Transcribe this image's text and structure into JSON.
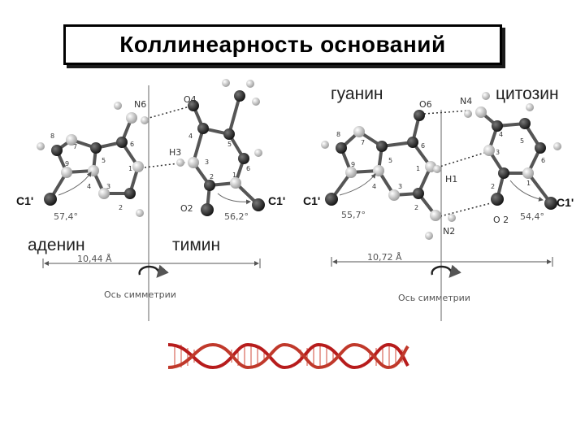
{
  "title": "Коллинеарность оснований",
  "labels": {
    "adenine": "аденин",
    "thymine": "тимин",
    "guanine": "гуанин",
    "cytosine": "цитозин"
  },
  "left_pair": {
    "atoms": {
      "n6": "N6",
      "o4": "O4",
      "h3": "H3",
      "o2": "O2",
      "c1_left": "C1'",
      "c1_right": "C1'"
    },
    "ring_numbers": [
      "8",
      "7",
      "9",
      "5",
      "6",
      "1",
      "4",
      "3",
      "2",
      "4",
      "5",
      "3",
      "6",
      "2",
      "1"
    ],
    "angle_left": "57,4°",
    "angle_right": "56,2°",
    "distance": "10,44 Å",
    "axis_caption": "Ось симметрии"
  },
  "right_pair": {
    "atoms": {
      "o6": "O6",
      "n4": "N4",
      "h1": "H1",
      "n2": "N2",
      "o2": "O 2",
      "c1_left": "C1'",
      "c1_right": "C1'"
    },
    "ring_numbers": [
      "8",
      "7",
      "9",
      "5",
      "6",
      "4",
      "1",
      "3",
      "2",
      "4",
      "5",
      "3",
      "6",
      "2",
      "1"
    ],
    "angle_left": "55,7°",
    "angle_right": "54,4°",
    "distance": "10,72 Å",
    "axis_caption": "Ось симметрии"
  },
  "colors": {
    "atom_dark": "#1a1a1a",
    "atom_light": "#bdbdbd",
    "helix": "#c0392b"
  }
}
